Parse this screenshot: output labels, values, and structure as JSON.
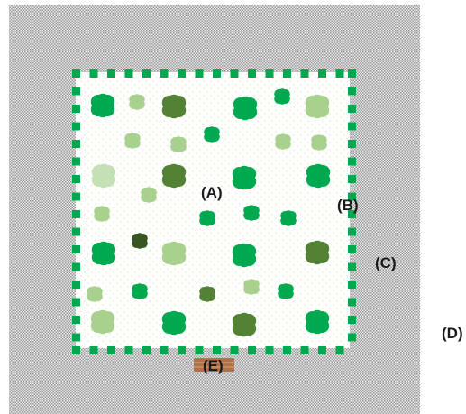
{
  "labels": {
    "a": "(A)",
    "b": "(B)",
    "c": "(C)",
    "d": "(D)",
    "e": "(E)"
  },
  "colors": {
    "outer_area": "#9c9c9c",
    "outer_area_light": "#e8e8e8",
    "interior": "#ffffff",
    "interior_speckle": "#d8e8b8",
    "hedge": "#00a84f",
    "gate": "#b0724a",
    "gate_stripe": "#d9a17c",
    "label_text": "#1a1a1a",
    "tree_bright": "#00a84f",
    "tree_dark": "#548235",
    "tree_light": "#a9d18e",
    "tree_pale": "#c5e0b4",
    "tree_very_dark": "#375623"
  },
  "icons": {
    "tree": "tree-icon",
    "gate": "gate-icon",
    "hedge": "hedge-segment"
  }
}
